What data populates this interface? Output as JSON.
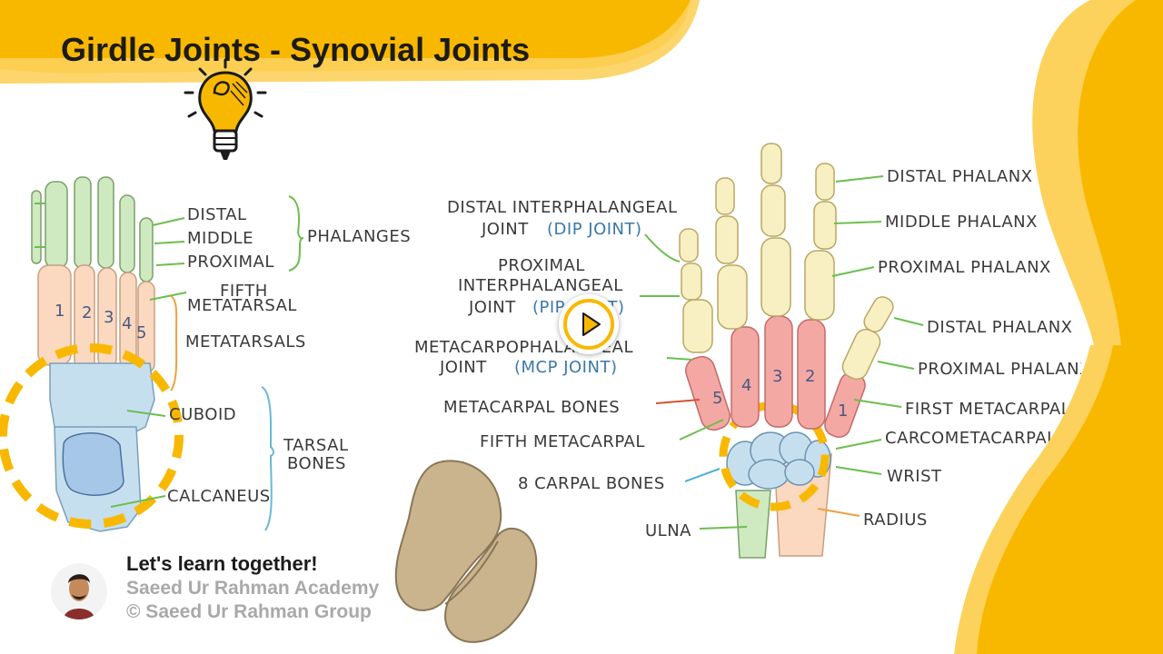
{
  "slide": {
    "title": "Girdle Joints - Synovial Joints"
  },
  "colors": {
    "accent": "#f9b800",
    "accent_light": "#fcd25c",
    "phalanx_green": "#cfe9c0",
    "metatarsal_peach": "#fbd9c0",
    "tarsal_blue": "#c6dfef",
    "metacarpal_red": "#f4a8a4",
    "finger_cream": "#f8efc2"
  },
  "foot_diagram": {
    "labels": {
      "distal": "DISTAL",
      "middle": "MIDDLE",
      "proximal": "PROXIMAL",
      "phalanges": "PHALANGES",
      "fifth": "FIFTH",
      "metatarsal": "METATARSAL",
      "metatarsals": "METATARSALS",
      "cuboid": "CUBOID",
      "tarsal": "TARSAL",
      "bones": "BONES",
      "calcaneus": "CALCANEUS"
    },
    "metatarsal_numbers": [
      "1",
      "2",
      "3",
      "4",
      "5"
    ]
  },
  "hand_diagram": {
    "left_labels": {
      "dip_line1": "DISTAL INTERPHALANGEAL",
      "dip_line2": "JOINT",
      "dip_abbr": "(DIP JOINT)",
      "pip_line1": "PROXIMAL",
      "pip_line2": "INTERPHALANGEAL",
      "pip_line3": "JOINT",
      "pip_abbr": "(PIP JOINT)",
      "mcp_line1": "METACARPOPHALANGEAL",
      "mcp_line2": "JOINT",
      "mcp_abbr": "(MCP JOINT)",
      "metacarpal_bones": "METACARPAL BONES",
      "fifth_metacarpal": "FIFTH METACARPAL",
      "carpal_bones": "8 CARPAL BONES",
      "ulna": "ULNA"
    },
    "right_labels": {
      "distal_phalanx": "DISTAL PHALANX",
      "middle_phalanx": "MIDDLE PHALANX",
      "proximal_phalanx": "PROXIMAL PHALANX",
      "thumb_distal_phalanx": "DISTAL PHALANX",
      "thumb_proximal_phalanx": "PROXIMAL PHALANX",
      "first_metacarpal": "FIRST METACARPAL",
      "carpometacarpal": "CARCOMETACARPAL",
      "wrist": "WRIST",
      "radius": "RADIUS"
    },
    "metacarpal_numbers": [
      "5",
      "4",
      "3",
      "2",
      "1"
    ]
  },
  "video": {
    "play_icon": "play-icon"
  },
  "branding": {
    "tagline": "Let's learn together!",
    "academy": "Saeed Ur Rahman Academy",
    "copyright": "© Saeed Ur Rahman Group"
  }
}
